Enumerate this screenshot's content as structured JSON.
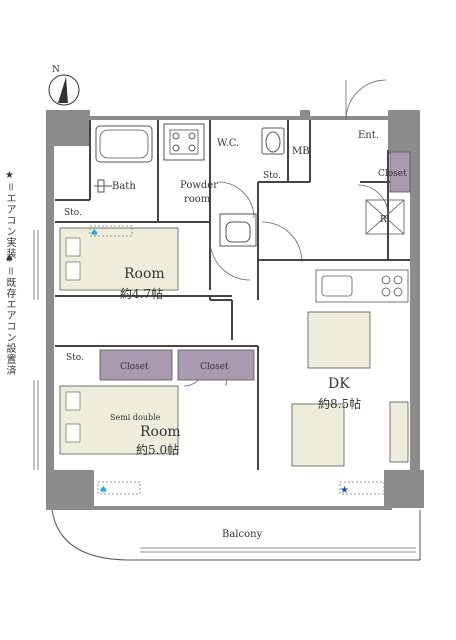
{
  "compass": {
    "north": "N"
  },
  "legend": {
    "new_ac": "★＝エアコン実装",
    "existing_ac": "♠＝既存エアコン設置済"
  },
  "rooms": {
    "room1": {
      "name": "Room",
      "size": "約4.7帖"
    },
    "room2": {
      "name": "Room",
      "size": "約5.0帖",
      "bed": "Semi double"
    },
    "dk": {
      "name": "DK",
      "size": "約8.5帖"
    },
    "bath": "Bath",
    "powder": "Powder room",
    "wc": "W.C.",
    "mb": "MB",
    "ent": "Ent.",
    "closet_ent": "Closet",
    "sto_ent": "Sto.",
    "sto_room1": "Sto.",
    "sto_room2": "Sto.",
    "closet_a": "Closet",
    "closet_b": "Closet",
    "fridge": "R",
    "balcony": "Balcony"
  },
  "colors": {
    "wall_gray": "#8c8c8c",
    "closet_purple": "#a89bb0",
    "furniture_beige": "#eeeddc",
    "star_blue": "#1a4fb5",
    "spade_cyan": "#2aa7d6"
  }
}
